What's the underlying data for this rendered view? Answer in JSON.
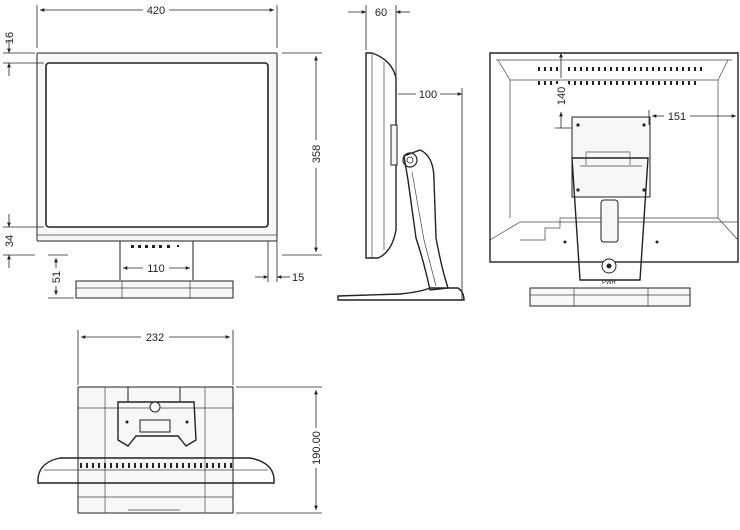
{
  "dimensions": {
    "front_width": "420",
    "front_height": "358",
    "bezel_top": "16",
    "bezel_bottom": "34",
    "stand_base_height": "51",
    "stand_neck_width": "110",
    "stand_offset": "15",
    "side_depth": "60",
    "side_tilt": "100",
    "rear_vesa_height": "140",
    "rear_offset": "151",
    "bottom_width": "232",
    "bottom_depth": "190.00"
  },
  "labels": {
    "rear_logo": "PWR"
  }
}
